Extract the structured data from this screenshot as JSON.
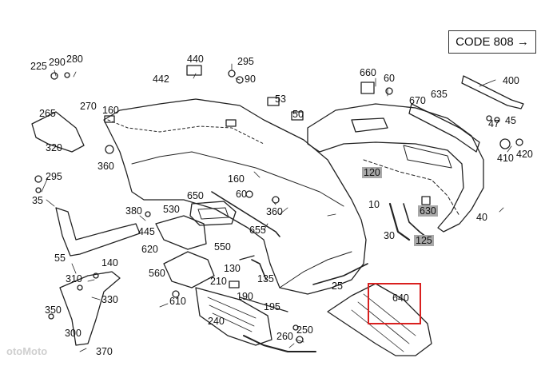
{
  "code_label": "CODE 808",
  "code_arrow": "→",
  "watermark": "otoMoto",
  "highlight_color": "#d9201f",
  "shaded_color": "#a8a8a8",
  "parts": {
    "p225": "225",
    "p290": "290",
    "p280": "280",
    "p440": "440",
    "p295a": "295",
    "p442": "442",
    "p90": "90",
    "p660": "660",
    "p60a": "60",
    "p400": "400",
    "p265": "265",
    "p270": "270",
    "p160a": "160",
    "p53": "53",
    "p50": "50",
    "p670": "670",
    "p635": "635",
    "p47": "47",
    "p45": "45",
    "p320": "320",
    "p360a": "360",
    "p410": "410",
    "p420": "420",
    "p295b": "295",
    "p35": "35",
    "p120": "120",
    "p160b": "160",
    "p60b": "60",
    "p650": "650",
    "p10": "10",
    "p630": "630",
    "p40": "40",
    "p380": "380",
    "p530": "530",
    "p360b": "360",
    "p445": "445",
    "p655": "655",
    "p30": "30",
    "p125": "125",
    "p620": "620",
    "p550": "550",
    "p55": "55",
    "p140": "140",
    "p560": "560",
    "p130": "130",
    "p135": "135",
    "p310": "310",
    "p210": "210",
    "p25": "25",
    "p640": "640",
    "p330": "330",
    "p190": "190",
    "p610": "610",
    "p195": "195",
    "p350": "350",
    "p240": "240",
    "p250": "250",
    "p260": "260",
    "p300": "300",
    "p370": "370"
  }
}
